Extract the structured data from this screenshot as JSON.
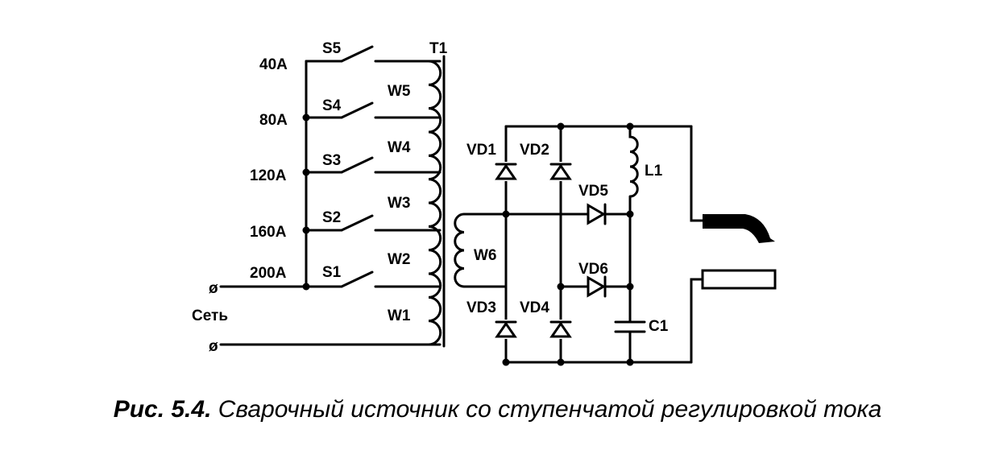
{
  "diagram": {
    "transformer_label": "T1",
    "input_label": "Сеть",
    "terminal_symbol": "ø",
    "switches": [
      "S5",
      "S4",
      "S3",
      "S2",
      "S1"
    ],
    "currents": [
      "40A",
      "80A",
      "120A",
      "160A",
      "200A"
    ],
    "windings": [
      "W5",
      "W4",
      "W3",
      "W2",
      "W1"
    ],
    "secondary_winding": "W6",
    "diodes": [
      "VD1",
      "VD2",
      "VD5",
      "VD6",
      "VD3",
      "VD4"
    ],
    "inductor": "L1",
    "capacitor": "C1"
  },
  "caption": {
    "number": "Рис. 5.4.",
    "text": "Сварочный источник со ступенчатой регулировкой тока"
  }
}
